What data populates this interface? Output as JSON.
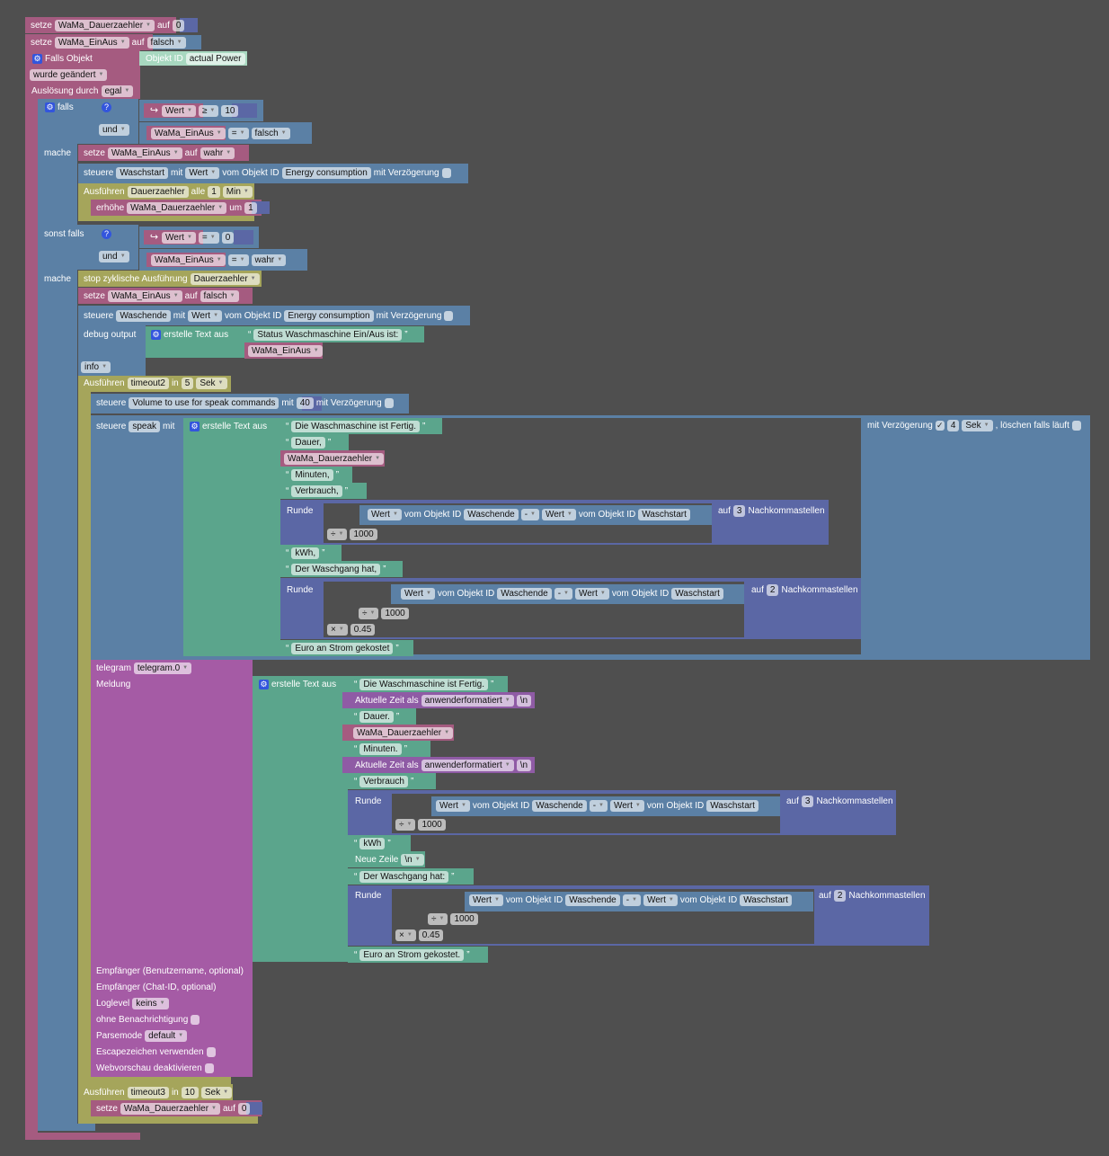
{
  "colors": {
    "variable": "#a55b80",
    "logic": "#5b80a5",
    "timer": "#a5a55b",
    "text": "#5ba58c",
    "math": "#5b67a5",
    "time": "#8f5ba5",
    "telegram": "#a55ba5",
    "objectid": "#a8d8c0"
  },
  "lines": [
    {
      "name": "set-dauerzaehler-0",
      "tokens": [
        {
          "l": "setze"
        },
        {
          "d": "WaMa_Dauerzaehler"
        },
        {
          "l": "auf"
        },
        {
          "f": "0"
        }
      ]
    },
    {
      "name": "set-einaus-falsch",
      "tokens": [
        {
          "l": "setze"
        },
        {
          "d": "WaMa_EinAus"
        },
        {
          "l": "auf"
        },
        {
          "d": "falsch"
        }
      ]
    },
    {
      "name": "trigger-header",
      "tokens": [
        {
          "i": "gear-icon"
        },
        {
          "l": "Falls Objekt"
        }
      ]
    },
    {
      "name": "trigger-object-id",
      "tokens": [
        {
          "l": "Objekt ID"
        },
        {
          "f": "actual Power"
        }
      ]
    },
    {
      "name": "trigger-condition",
      "tokens": [
        {
          "d": "wurde geändert"
        }
      ]
    },
    {
      "name": "trigger-source",
      "tokens": [
        {
          "l": "Auslösung durch"
        },
        {
          "d": "egal"
        }
      ]
    },
    {
      "name": "if-header",
      "tokens": [
        {
          "i": "gear-icon"
        },
        {
          "l": "falls"
        }
      ]
    },
    {
      "name": "if-and-help",
      "tokens": [
        {
          "i": "help-icon"
        }
      ]
    },
    {
      "name": "cond-wert-ge-10",
      "tokens": [
        {
          "i": "arrow-icon"
        },
        {
          "d": "Wert"
        },
        {
          "d": "≥"
        },
        {
          "f": "10"
        }
      ]
    },
    {
      "name": "and-op-1",
      "tokens": [
        {
          "d": "und"
        }
      ]
    },
    {
      "name": "cond-einaus-falsch",
      "tokens": [
        {
          "d": "WaMa_EinAus"
        },
        {
          "d": "="
        },
        {
          "d": "falsch"
        }
      ]
    },
    {
      "name": "do-label-1",
      "tokens": [
        {
          "l": "mache"
        }
      ]
    },
    {
      "name": "set-einaus-wahr",
      "tokens": [
        {
          "l": "setze"
        },
        {
          "d": "WaMa_EinAus"
        },
        {
          "l": "auf"
        },
        {
          "d": "wahr"
        }
      ]
    },
    {
      "name": "control-waschstart",
      "tokens": [
        {
          "l": "steuere"
        },
        {
          "f": "Waschstart"
        },
        {
          "l": "mit"
        },
        {
          "d": "Wert"
        },
        {
          "l": "vom Objekt ID"
        },
        {
          "f": "Energy consumption"
        },
        {
          "l": "mit Verzögerung"
        },
        {
          "c": false
        }
      ]
    },
    {
      "name": "interval-dauerzaehler",
      "tokens": [
        {
          "l": "Ausführen"
        },
        {
          "f": "Dauerzaehler"
        },
        {
          "l": "alle"
        },
        {
          "f": "1"
        },
        {
          "d": "Min"
        }
      ]
    },
    {
      "name": "increment-dauerzaehler",
      "tokens": [
        {
          "l": "erhöhe"
        },
        {
          "d": "WaMa_Dauerzaehler"
        },
        {
          "l": "um"
        },
        {
          "f": "1"
        }
      ]
    },
    {
      "name": "elseif-label",
      "tokens": [
        {
          "l": "sonst falls"
        }
      ]
    },
    {
      "name": "elseif-help",
      "tokens": [
        {
          "i": "help-icon"
        }
      ]
    },
    {
      "name": "cond-wert-eq-0",
      "tokens": [
        {
          "i": "arrow-icon"
        },
        {
          "d": "Wert"
        },
        {
          "d": "="
        },
        {
          "f": "0"
        }
      ]
    },
    {
      "name": "and-op-2",
      "tokens": [
        {
          "d": "und"
        }
      ]
    },
    {
      "name": "cond-einaus-wahr",
      "tokens": [
        {
          "d": "WaMa_EinAus"
        },
        {
          "d": "="
        },
        {
          "d": "wahr"
        }
      ]
    },
    {
      "name": "do-label-2",
      "tokens": [
        {
          "l": "mache"
        }
      ]
    },
    {
      "name": "stop-interval",
      "tokens": [
        {
          "l": "stop zyklische Ausführung"
        },
        {
          "d": "Dauerzaehler"
        }
      ]
    },
    {
      "name": "set-einaus-falsch-2",
      "tokens": [
        {
          "l": "setze"
        },
        {
          "d": "WaMa_EinAus"
        },
        {
          "l": "auf"
        },
        {
          "d": "falsch"
        }
      ]
    },
    {
      "name": "control-waschende",
      "tokens": [
        {
          "l": "steuere"
        },
        {
          "f": "Waschende"
        },
        {
          "l": "mit"
        },
        {
          "d": "Wert"
        },
        {
          "l": "vom Objekt ID"
        },
        {
          "f": "Energy consumption"
        },
        {
          "l": "mit Verzögerung"
        },
        {
          "c": false
        }
      ]
    },
    {
      "name": "debug-output",
      "tokens": [
        {
          "l": "debug output"
        }
      ]
    },
    {
      "name": "debug-text-join",
      "tokens": [
        {
          "i": "gear-icon"
        },
        {
          "l": "erstelle Text aus"
        }
      ]
    },
    {
      "name": "debug-text-status",
      "tokens": [
        {
          "l": "“"
        },
        {
          "f": "Status Waschmaschine Ein/Aus ist:"
        },
        {
          "l": "”"
        }
      ]
    },
    {
      "name": "debug-text-var",
      "tokens": [
        {
          "d": "WaMa_EinAus"
        }
      ]
    },
    {
      "name": "debug-level",
      "tokens": [
        {
          "d": "info"
        }
      ]
    },
    {
      "name": "timeout2",
      "tokens": [
        {
          "l": "Ausführen"
        },
        {
          "f": "timeout2"
        },
        {
          "l": "in"
        },
        {
          "f": "5"
        },
        {
          "d": "Sek"
        }
      ]
    },
    {
      "name": "control-volume",
      "tokens": [
        {
          "l": "steuere"
        },
        {
          "f": "Volume to use for speak commands"
        },
        {
          "l": "mit"
        },
        {
          "f": "40"
        },
        {
          "l": "mit Verzögerung"
        },
        {
          "c": false
        }
      ]
    },
    {
      "name": "control-speak",
      "tokens": [
        {
          "l": "steuere"
        },
        {
          "f": "speak"
        },
        {
          "l": "mit"
        }
      ]
    },
    {
      "name": "speak-text-join",
      "tokens": [
        {
          "i": "gear-icon"
        },
        {
          "l": "erstelle Text aus"
        }
      ]
    },
    {
      "name": "speak-t1",
      "tokens": [
        {
          "l": "“"
        },
        {
          "f": "Die Waschmaschine ist Fertig."
        },
        {
          "l": "”"
        }
      ]
    },
    {
      "name": "speak-t2",
      "tokens": [
        {
          "l": "“"
        },
        {
          "f": "Dauer,"
        },
        {
          "l": "”"
        }
      ]
    },
    {
      "name": "speak-t3",
      "tokens": [
        {
          "d": "WaMa_Dauerzaehler"
        }
      ]
    },
    {
      "name": "speak-t4",
      "tokens": [
        {
          "l": "“"
        },
        {
          "f": "Minuten,"
        },
        {
          "l": "”"
        }
      ]
    },
    {
      "name": "speak-t5",
      "tokens": [
        {
          "l": "“"
        },
        {
          "f": "Verbrauch,"
        },
        {
          "l": "”"
        }
      ]
    },
    {
      "name": "speak-round1",
      "tokens": [
        {
          "l": "Runde"
        }
      ]
    },
    {
      "name": "speak-round1-diff",
      "tokens": [
        {
          "d": "Wert"
        },
        {
          "l": "vom Objekt ID"
        },
        {
          "f": "Waschende"
        },
        {
          "d": "-"
        },
        {
          "d": "Wert"
        },
        {
          "l": "vom Objekt ID"
        },
        {
          "f": "Waschstart"
        }
      ]
    },
    {
      "name": "speak-round1-digits",
      "tokens": [
        {
          "l": "auf"
        },
        {
          "f": "3"
        },
        {
          "l": "Nachkommastellen"
        }
      ]
    },
    {
      "name": "speak-round1-div",
      "tokens": [
        {
          "d": "÷"
        },
        {
          "f": "1000"
        }
      ]
    },
    {
      "name": "speak-t6",
      "tokens": [
        {
          "l": "“"
        },
        {
          "f": "kWh,"
        },
        {
          "l": "”"
        }
      ]
    },
    {
      "name": "speak-t7",
      "tokens": [
        {
          "l": "“"
        },
        {
          "f": "Der Waschgang hat,"
        },
        {
          "l": "”"
        }
      ]
    },
    {
      "name": "speak-round2",
      "tokens": [
        {
          "l": "Runde"
        }
      ]
    },
    {
      "name": "speak-round2-diff",
      "tokens": [
        {
          "d": "Wert"
        },
        {
          "l": "vom Objekt ID"
        },
        {
          "f": "Waschende"
        },
        {
          "d": "-"
        },
        {
          "d": "Wert"
        },
        {
          "l": "vom Objekt ID"
        },
        {
          "f": "Waschstart"
        }
      ]
    },
    {
      "name": "speak-round2-digits",
      "tokens": [
        {
          "l": "auf"
        },
        {
          "f": "2"
        },
        {
          "l": "Nachkommastellen"
        }
      ]
    },
    {
      "name": "speak-round2-div",
      "tokens": [
        {
          "d": "÷"
        },
        {
          "f": "1000"
        }
      ]
    },
    {
      "name": "speak-round2-mul",
      "tokens": [
        {
          "d": "×"
        },
        {
          "f": "0.45"
        }
      ]
    },
    {
      "name": "speak-t8",
      "tokens": [
        {
          "l": "“"
        },
        {
          "f": "Euro an Strom gekostet"
        },
        {
          "l": "”"
        }
      ]
    },
    {
      "name": "speak-delay",
      "tokens": [
        {
          "l": "mit Verzögerung"
        },
        {
          "c": true
        },
        {
          "f": "4"
        },
        {
          "d": "Sek"
        },
        {
          "l": ", löschen falls läuft"
        },
        {
          "c": false
        }
      ]
    },
    {
      "name": "telegram-header",
      "tokens": [
        {
          "l": "telegram"
        },
        {
          "d": "telegram.0"
        }
      ]
    },
    {
      "name": "telegram-message",
      "tokens": [
        {
          "l": "Meldung"
        }
      ]
    },
    {
      "name": "tg-text-join",
      "tokens": [
        {
          "i": "gear-icon"
        },
        {
          "l": "erstelle Text aus"
        }
      ]
    },
    {
      "name": "tg-t1",
      "tokens": [
        {
          "l": "“"
        },
        {
          "f": "Die Waschmaschine ist Fertig."
        },
        {
          "l": "”"
        }
      ]
    },
    {
      "name": "tg-time1",
      "tokens": [
        {
          "l": "Aktuelle Zeit als"
        },
        {
          "d": "anwenderformatiert"
        },
        {
          "f": "\\n"
        }
      ]
    },
    {
      "name": "tg-t2",
      "tokens": [
        {
          "l": "“"
        },
        {
          "f": "Dauer."
        },
        {
          "l": "”"
        }
      ]
    },
    {
      "name": "tg-t3",
      "tokens": [
        {
          "d": "WaMa_Dauerzaehler"
        }
      ]
    },
    {
      "name": "tg-t4",
      "tokens": [
        {
          "l": "“"
        },
        {
          "f": "Minuten."
        },
        {
          "l": "”"
        }
      ]
    },
    {
      "name": "tg-time2",
      "tokens": [
        {
          "l": "Aktuelle Zeit als"
        },
        {
          "d": "anwenderformatiert"
        },
        {
          "f": "\\n"
        }
      ]
    },
    {
      "name": "tg-t5",
      "tokens": [
        {
          "l": "“"
        },
        {
          "f": "Verbrauch"
        },
        {
          "l": "”"
        }
      ]
    },
    {
      "name": "tg-round1",
      "tokens": [
        {
          "l": "Runde"
        }
      ]
    },
    {
      "name": "tg-round1-diff",
      "tokens": [
        {
          "d": "Wert"
        },
        {
          "l": "vom Objekt ID"
        },
        {
          "f": "Waschende"
        },
        {
          "d": "-"
        },
        {
          "d": "Wert"
        },
        {
          "l": "vom Objekt ID"
        },
        {
          "f": "Waschstart"
        }
      ]
    },
    {
      "name": "tg-round1-digits",
      "tokens": [
        {
          "l": "auf"
        },
        {
          "f": "3"
        },
        {
          "l": "Nachkommastellen"
        }
      ]
    },
    {
      "name": "tg-round1-div",
      "tokens": [
        {
          "d": "÷"
        },
        {
          "f": "1000"
        }
      ]
    },
    {
      "name": "tg-t6",
      "tokens": [
        {
          "l": "“"
        },
        {
          "f": "kWh"
        },
        {
          "l": "”"
        }
      ]
    },
    {
      "name": "tg-newline",
      "tokens": [
        {
          "l": "Neue Zeile"
        },
        {
          "d": "\\n"
        }
      ]
    },
    {
      "name": "tg-t7",
      "tokens": [
        {
          "l": "“"
        },
        {
          "f": "Der Waschgang hat:"
        },
        {
          "l": "”"
        }
      ]
    },
    {
      "name": "tg-round2",
      "tokens": [
        {
          "l": "Runde"
        }
      ]
    },
    {
      "name": "tg-round2-diff",
      "tokens": [
        {
          "d": "Wert"
        },
        {
          "l": "vom Objekt ID"
        },
        {
          "f": "Waschende"
        },
        {
          "d": "-"
        },
        {
          "d": "Wert"
        },
        {
          "l": "vom Objekt ID"
        },
        {
          "f": "Waschstart"
        }
      ]
    },
    {
      "name": "tg-round2-digits",
      "tokens": [
        {
          "l": "auf"
        },
        {
          "f": "2"
        },
        {
          "l": "Nachkommastellen"
        }
      ]
    },
    {
      "name": "tg-round2-div",
      "tokens": [
        {
          "d": "÷"
        },
        {
          "f": "1000"
        }
      ]
    },
    {
      "name": "tg-round2-mul",
      "tokens": [
        {
          "d": "×"
        },
        {
          "f": "0.45"
        }
      ]
    },
    {
      "name": "tg-t8",
      "tokens": [
        {
          "l": "“"
        },
        {
          "f": "Euro an Strom gekostet."
        },
        {
          "l": "”"
        }
      ]
    },
    {
      "name": "tg-recipient-user",
      "tokens": [
        {
          "l": "Empfänger (Benutzername, optional)"
        }
      ]
    },
    {
      "name": "tg-recipient-chat",
      "tokens": [
        {
          "l": "Empfänger (Chat-ID, optional)"
        }
      ]
    },
    {
      "name": "tg-loglevel",
      "tokens": [
        {
          "l": "Loglevel"
        },
        {
          "d": "keins"
        }
      ]
    },
    {
      "name": "tg-silent",
      "tokens": [
        {
          "l": "ohne Benachrichtigung"
        },
        {
          "c": false
        }
      ]
    },
    {
      "name": "tg-parsemode",
      "tokens": [
        {
          "l": "Parsemode"
        },
        {
          "d": "default"
        }
      ]
    },
    {
      "name": "tg-escape",
      "tokens": [
        {
          "l": "Escapezeichen verwenden"
        },
        {
          "c": false
        }
      ]
    },
    {
      "name": "tg-nopreview",
      "tokens": [
        {
          "l": "Webvorschau deaktivieren"
        },
        {
          "c": false
        }
      ]
    },
    {
      "name": "timeout3",
      "tokens": [
        {
          "l": "Ausführen"
        },
        {
          "f": "timeout3"
        },
        {
          "l": "in"
        },
        {
          "f": "10"
        },
        {
          "d": "Sek"
        }
      ]
    },
    {
      "name": "set-dauerzaehler-0-end",
      "tokens": [
        {
          "l": "setze"
        },
        {
          "d": "WaMa_Dauerzaehler"
        },
        {
          "l": "auf"
        },
        {
          "f": "0"
        }
      ]
    }
  ]
}
